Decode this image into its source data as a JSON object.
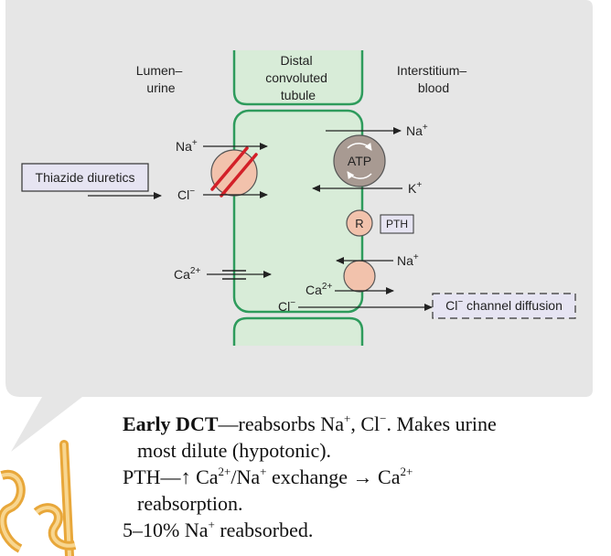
{
  "regions": {
    "lumen_line1": "Lumen–",
    "lumen_line2": "urine",
    "tubule_line1": "Distal",
    "tubule_line2": "convoluted",
    "tubule_line3": "tubule",
    "interstitium_line1": "Interstitium–",
    "interstitium_line2": "blood"
  },
  "drug_box": {
    "label": "Thiazide diuretics"
  },
  "ions": {
    "na": "Na",
    "cl": "Cl",
    "k": "K",
    "ca": "Ca",
    "plus": "+",
    "minus": "−",
    "two_plus": "2+"
  },
  "pump": {
    "label": "ATP"
  },
  "receptor": {
    "label": "R",
    "hormone": "PTH"
  },
  "channel_box": {
    "label_prefix": "Cl",
    "label_suffix": " channel diffusion"
  },
  "caption": {
    "line1_bold": "Early DCT",
    "line1_rest_a": "—reabsorbs Na",
    "line1_rest_b": ", Cl",
    "line1_rest_c": ". Makes urine",
    "line2": "most dilute (hypotonic).",
    "line3_a": "PTH—",
    "line3_arrow": "↑",
    "line3_b": " Ca",
    "line3_c": "/Na",
    "line3_d": " exchange ",
    "line3_arrow2": "→",
    "line3_e": " Ca",
    "line4": "reabsorption.",
    "line5_a": "5–10% Na",
    "line5_b": " reabsorbed."
  },
  "colors": {
    "panel": "#e6e6e6",
    "tubule_fill": "#d8ecd8",
    "tubule_stroke": "#2e9b5c",
    "transporter": "#f2c2ac",
    "inhibition_slash": "#d32028",
    "drug_box": "#e6e4f2",
    "pump": "#a89a92"
  }
}
